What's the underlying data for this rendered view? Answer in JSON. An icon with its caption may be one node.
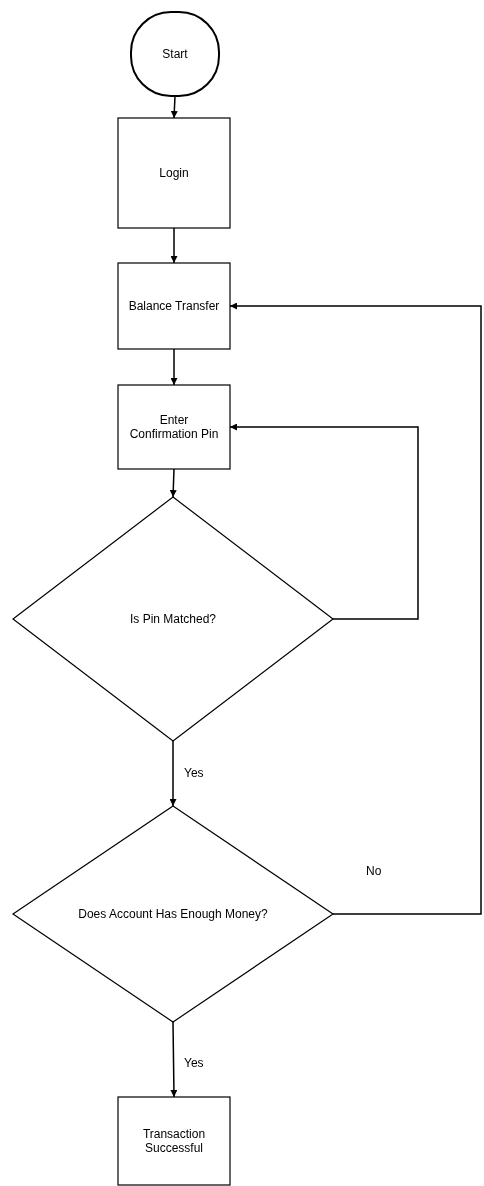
{
  "diagram": {
    "nodes": [
      {
        "text": [
          "Start"
        ]
      },
      {
        "text": [
          "Login"
        ]
      },
      {
        "text": [
          "Balance Transfer"
        ]
      },
      {
        "text": [
          "Enter Confirmation Pin"
        ]
      },
      {
        "text": [
          "Is Pin Matched?"
        ]
      },
      {
        "text": [
          "Does Account Has Enough Money?"
        ]
      },
      {
        "text": [
          "Transaction Successful"
        ]
      }
    ],
    "edges": [
      {
        "from": 0,
        "to": 1,
        "arrow": "to"
      },
      {
        "from": 1,
        "to": 2,
        "arrow": "to"
      },
      {
        "from": 2,
        "to": 3,
        "arrow": "to"
      },
      {
        "from": 3,
        "to": 4,
        "arrow": "to"
      },
      {
        "from": 4,
        "to": 3,
        "arrow": "to"
      },
      {
        "from": 4,
        "to": 5,
        "label": "Yes",
        "arrow": "to"
      },
      {
        "from": 5,
        "to": 2,
        "label": "No",
        "arrow": "to"
      },
      {
        "from": 5,
        "to": 6,
        "label": "Yes",
        "arrow": "to"
      }
    ]
  }
}
